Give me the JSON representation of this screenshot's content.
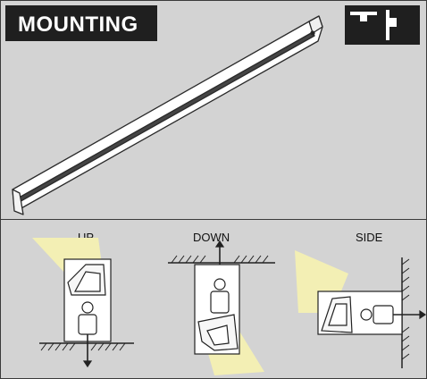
{
  "header": {
    "title": "MOUNTING"
  },
  "icons": [
    "ceiling-mount-icon",
    "wall-mount-icon"
  ],
  "views": [
    {
      "label": "UP"
    },
    {
      "label": "DOWN"
    },
    {
      "label": "SIDE"
    }
  ],
  "colors": {
    "title_bg": "#1f1f1f",
    "panel_bg": "#d3d3d3",
    "light_beam": "#f3efb4"
  }
}
